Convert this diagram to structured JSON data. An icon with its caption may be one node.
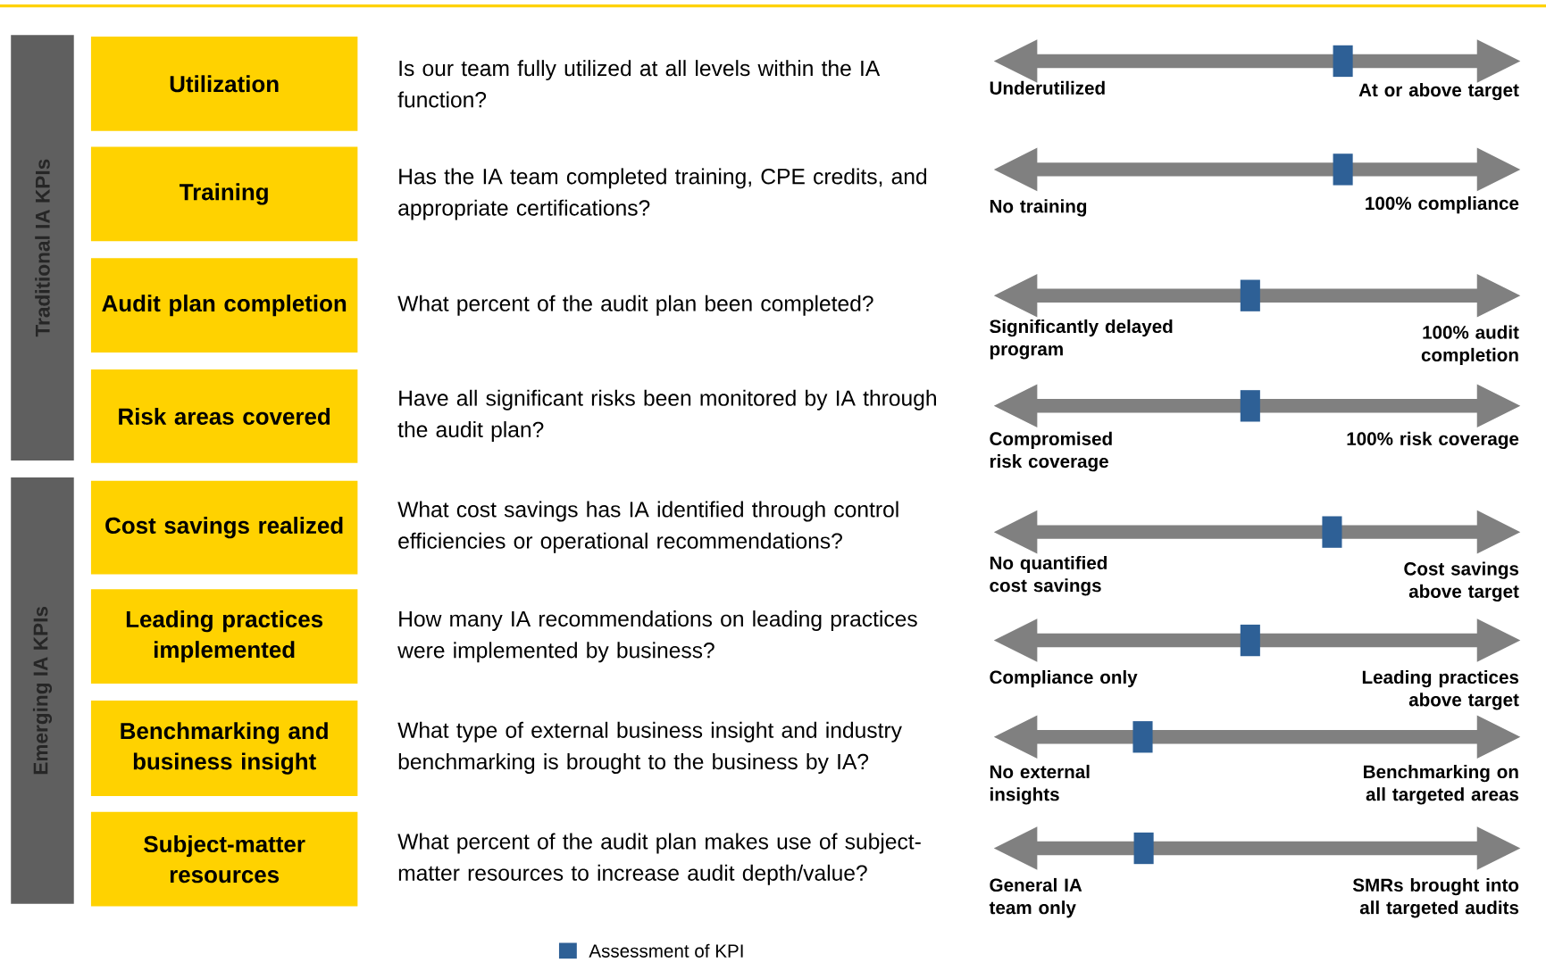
{
  "diagram": {
    "nodes": [
      {
        "text": [
          "Traditional IA KPIs"
        ]
      },
      {
        "text": [
          "Emerging IA KPIs"
        ]
      },
      {
        "text": [
          "Utilization"
        ]
      },
      {
        "text": [
          "Training"
        ]
      },
      {
        "text": [
          "Audit plan completion"
        ]
      },
      {
        "text": [
          "Risk areas covered"
        ]
      },
      {
        "text": [
          "Cost savings realized"
        ]
      },
      {
        "text": [
          "Leading practices implemented"
        ]
      },
      {
        "text": [
          "Benchmarking and business insight"
        ]
      },
      {
        "text": [
          "Subject-matter resources"
        ]
      }
    ],
    "labels": [
      "Is our team fully utilized at all levels within the IA function?",
      "Underutilized",
      "At or above target",
      "Has the IA team completed training, CPE credits, and appropriate certifications?",
      "No training",
      "100% compliance",
      "What percent of the audit plan been completed?",
      "Significantly delayed program",
      "100% audit completion",
      "Have all significant risks been monitored by IA through the audit plan?",
      "Compromised risk coverage",
      "100% risk coverage",
      "What cost savings has IA identified through control efficiencies or operational recommendations?",
      "No quantified cost savings",
      "Cost savings above target",
      "How many IA recommendations on leading practices were implemented by business?",
      "Compliance only",
      "Leading practices above target",
      "What type of external business insight and industry benchmarking is brought to the business by IA?",
      "No external insights",
      "Benchmarking on all targeted areas",
      "What percent of the audit plan makes use of subject-matter resources to increase audit depth/value?",
      "General IA team only",
      "SMRs brought into all targeted audits"
    ],
    "legend": [
      {
        "text": "Assessment of KPI",
        "color": "#2e6096"
      }
    ]
  }
}
